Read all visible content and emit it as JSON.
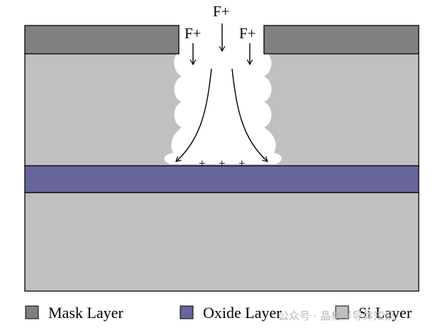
{
  "ions": {
    "top": "F+",
    "left": "F+",
    "right": "F+"
  },
  "charges": [
    "+",
    "+",
    "+"
  ],
  "legend": [
    {
      "label": "Mask Layer",
      "color": "#808080"
    },
    {
      "label": "Oxide Layer",
      "color": "#676599"
    },
    {
      "label": "Si Layer",
      "color": "#c0c0c0"
    }
  ],
  "watermark": "公众号 · 晶格半导体知识",
  "colors": {
    "mask": "#808080",
    "oxide": "#676599",
    "silicon": "#c0c0c0",
    "trench": "#ffffff",
    "outline": "#000000"
  }
}
